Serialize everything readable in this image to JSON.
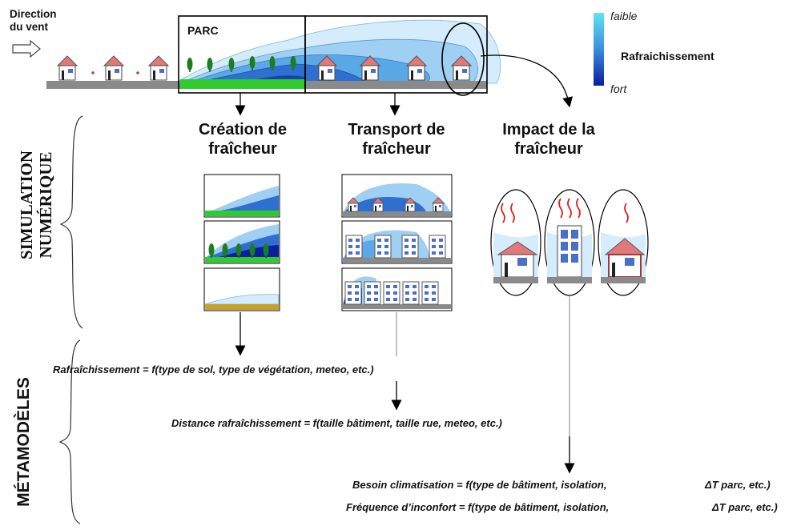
{
  "top": {
    "wind_label": "Direction du vent",
    "parc_label": "PARC"
  },
  "legend": {
    "low_label": "faible",
    "title": "Rafraichissement",
    "high_label": "fort",
    "colors": {
      "low": "#5fe3f0",
      "high": "#0a1e9e"
    }
  },
  "columns": {
    "creation": "Création de fraîcheur",
    "transport": "Transport de fraîcheur",
    "impact": "Impact de la fraîcheur"
  },
  "side_labels": {
    "simulation": "SIMULATION NUMÉRIQUE",
    "metamodels": "MÉTAMODÈLES"
  },
  "equations": {
    "cooling": "Rafraîchissement = f(type de sol, type de végétation, meteo, etc.)",
    "distance": "Distance rafraîchissement = f(taille bâtiment, taille rue, meteo, etc.)",
    "ac_need": "Besoin climatisation = f(type de bâtiment, isolation,",
    "ac_need_tail": "ΔT parc,  etc.)",
    "discomfort": "Fréquence d’inconfort  = f(type de bâtiment, isolation,",
    "discomfort_tail": "ΔT parc,  etc.)"
  },
  "palette": {
    "ground": "#8a8a8a",
    "grass": "#2ecc2e",
    "house_roof": "#e07a7a",
    "tree": "#1e7d1e",
    "heat": "#e02020",
    "plume_light": "#d4ecfb",
    "plume_mid": "#5aa8e6",
    "plume_dark": "#1e3fb0"
  }
}
